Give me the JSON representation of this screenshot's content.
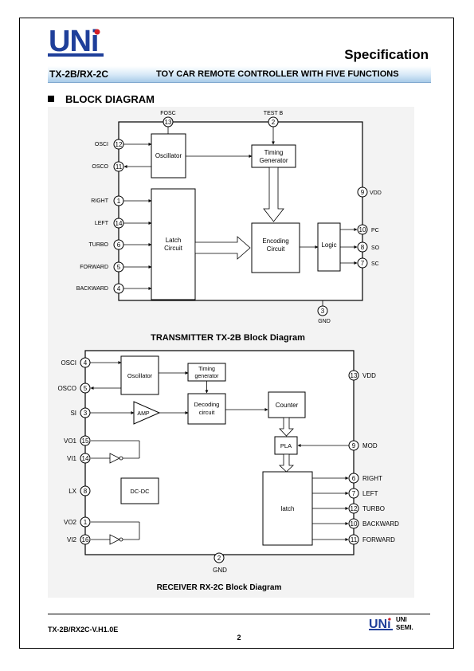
{
  "header": {
    "logo_text": "UNi",
    "doc_type": "Specification",
    "part_number": "TX-2B/RX-2C",
    "part_description": "TOY CAR REMOTE CONTROLLER WITH FIVE FUNCTIONS"
  },
  "section": {
    "title": "BLOCK DIAGRAM"
  },
  "transmitter": {
    "caption": "TRANSMITTER  TX-2B Block Diagram",
    "top_pins": [
      {
        "num": "13",
        "name": "FOSC"
      },
      {
        "num": "2",
        "name": "TEST B"
      }
    ],
    "left_pins": [
      {
        "num": "12",
        "name": "OSCI"
      },
      {
        "num": "11",
        "name": "OSCO"
      },
      {
        "num": "1",
        "name": "RIGHT"
      },
      {
        "num": "14",
        "name": "LEFT"
      },
      {
        "num": "6",
        "name": "TURBO"
      },
      {
        "num": "5",
        "name": "FORWARD"
      },
      {
        "num": "4",
        "name": "BACKWARD"
      }
    ],
    "right_pins": [
      {
        "num": "9",
        "name": "VDD"
      },
      {
        "num": "10",
        "name": "PC"
      },
      {
        "num": "8",
        "name": "SO"
      },
      {
        "num": "7",
        "name": "SC"
      }
    ],
    "bottom_pin": {
      "num": "3",
      "name": "GND"
    },
    "blocks": {
      "oscillator": "Oscillator",
      "timing_1": "Timing",
      "timing_2": "Generator",
      "latch_1": "Latch",
      "latch_2": "Circuit",
      "encoding_1": "Encoding",
      "encoding_2": "Circuit",
      "logic": "Logic"
    }
  },
  "receiver": {
    "caption": "RECEIVER RX-2C Block Diagram",
    "left_pins": [
      {
        "num": "4",
        "name": "OSCI"
      },
      {
        "num": "5",
        "name": "OSCO"
      },
      {
        "num": "3",
        "name": "SI"
      },
      {
        "num": "15",
        "name": "VO1"
      },
      {
        "num": "14",
        "name": "VI1"
      },
      {
        "num": "8",
        "name": "LX"
      },
      {
        "num": "1",
        "name": "VO2"
      },
      {
        "num": "16",
        "name": "VI2"
      }
    ],
    "right_pins": [
      {
        "num": "13",
        "name": "VDD"
      },
      {
        "num": "9",
        "name": "MOD"
      },
      {
        "num": "6",
        "name": "RIGHT"
      },
      {
        "num": "7",
        "name": "LEFT"
      },
      {
        "num": "12",
        "name": "TURBO"
      },
      {
        "num": "10",
        "name": "BACKWARD"
      },
      {
        "num": "11",
        "name": "FORWARD"
      }
    ],
    "bottom_pin": {
      "num": "2",
      "name": "GND"
    },
    "blocks": {
      "oscillator": "Oscillator",
      "timing_1": "Timing",
      "timing_2": "generator",
      "amp": "AMP",
      "decoding_1": "Decoding",
      "decoding_2": "circuit",
      "counter": "Counter",
      "pla": "PLA",
      "dcdc": "DC-DC",
      "latch": "latch"
    }
  },
  "footer": {
    "doc_version": "TX-2B/RX2C-V.H1.0E",
    "page_number": "2",
    "logo_text": "UNi",
    "company_1": "UNI",
    "company_2": "SEMI."
  },
  "colors": {
    "brand_blue": "#1f3f9a",
    "brand_red": "#d41f26",
    "title_bar": "#a9cbe8"
  }
}
